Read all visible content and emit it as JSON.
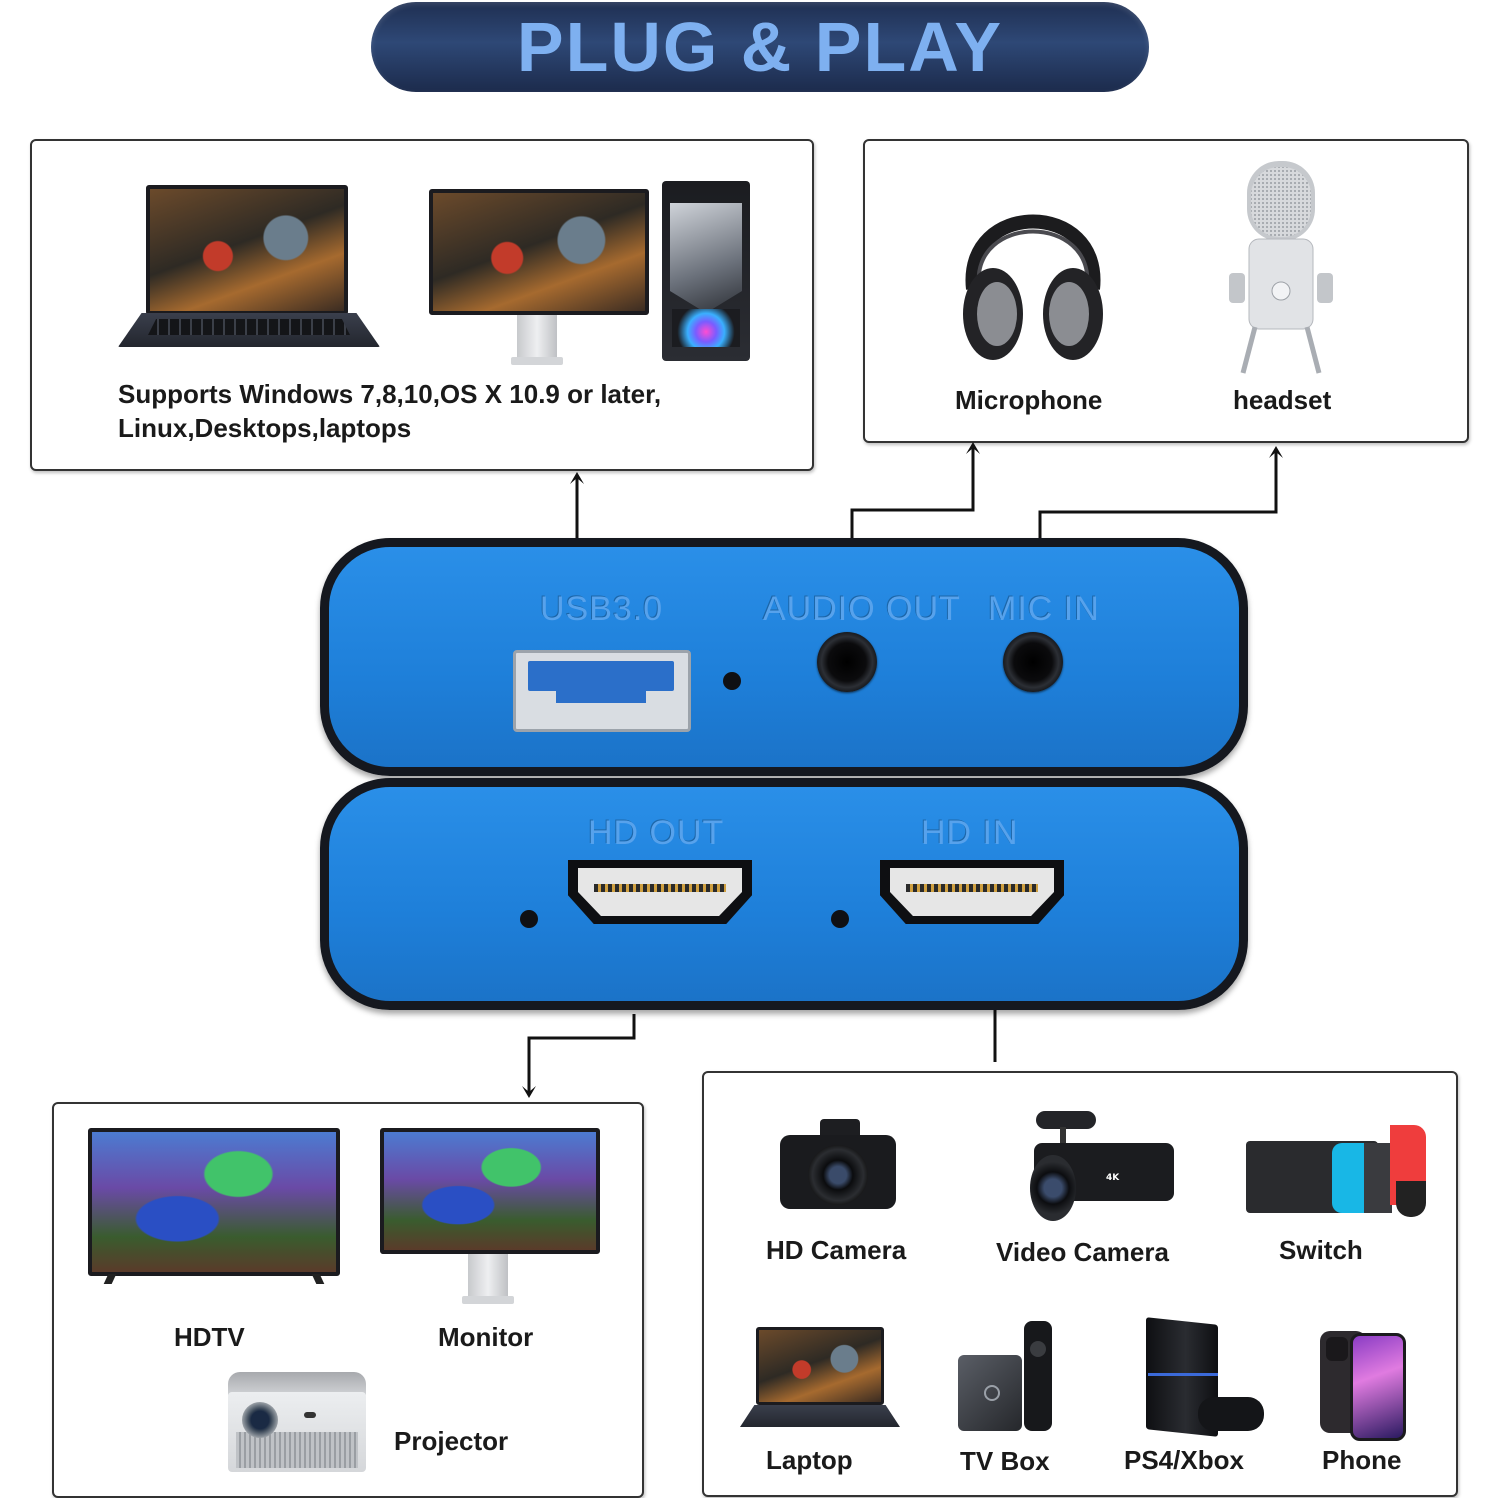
{
  "header": {
    "title": "PLUG & PLAY"
  },
  "top_left_panel": {
    "caption_line1": "Supports Windows 7,8,10,OS X 10.9 or later,",
    "caption_line2": "Linux,Desktops,laptops"
  },
  "top_right_panel": {
    "items": [
      {
        "label": "Microphone",
        "icon": "headphones-icon"
      },
      {
        "label": "headset",
        "icon": "microphone-icon"
      }
    ]
  },
  "device": {
    "top_ports": {
      "usb": "USB3.0",
      "audio_out": "AUDIO OUT",
      "mic_in": "MIC IN"
    },
    "bottom_ports": {
      "hd_out": "HD OUT",
      "hd_in": "HD IN"
    },
    "body_color": "#1e7fd9"
  },
  "bottom_left_panel": {
    "items": [
      {
        "label": "HDTV",
        "icon": "tv-icon"
      },
      {
        "label": "Monitor",
        "icon": "monitor-icon"
      },
      {
        "label": "Projector",
        "icon": "projector-icon"
      }
    ]
  },
  "bottom_right_panel": {
    "items": [
      {
        "label": "HD Camera",
        "icon": "camera-icon"
      },
      {
        "label": "Video Camera",
        "icon": "camcorder-icon"
      },
      {
        "label": "Switch",
        "icon": "game-console-icon"
      },
      {
        "label": "Laptop",
        "icon": "laptop-icon"
      },
      {
        "label": "TV Box",
        "icon": "tv-box-icon"
      },
      {
        "label": "PS4/Xbox",
        "icon": "playstation-icon"
      },
      {
        "label": "Phone",
        "icon": "phone-icon"
      }
    ]
  },
  "colors": {
    "header_bg": "#2e4876",
    "header_text": "#7eb0f0",
    "device_blue": "#1e7fd9",
    "port_label": "#57a2ec"
  }
}
